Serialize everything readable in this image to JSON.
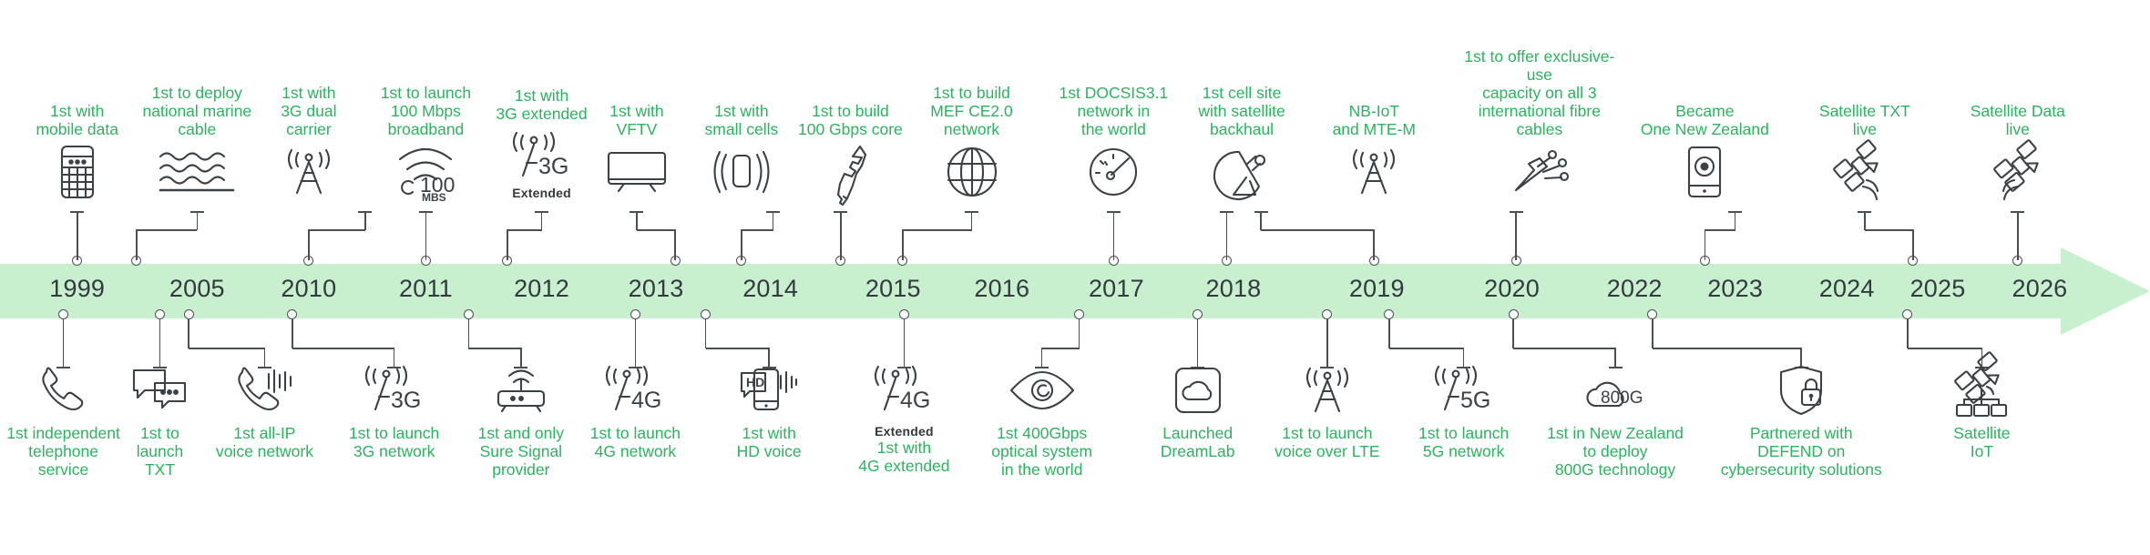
{
  "theme": {
    "band_color": "#c8f0cf",
    "label_green": "#2bb35f",
    "icon_stroke": "#3c4145",
    "year_color": "#333a3f",
    "background": "#ffffff"
  },
  "timeline": {
    "years": [
      "1999",
      "2005",
      "2010",
      "2011",
      "2012",
      "2013",
      "2014",
      "2015",
      "2016",
      "2017",
      "2018",
      "2019",
      "2020",
      "2022",
      "2023",
      "2024",
      "2025",
      "2026"
    ],
    "direction": "left-to-right"
  },
  "top_items": [
    {
      "caption": "1st with\nmobile data",
      "icon": "handheld-device-icon",
      "sub": ""
    },
    {
      "caption": "1st to deploy\nnational marine\ncable",
      "icon": "ocean-waves-icon",
      "sub": ""
    },
    {
      "caption": "1st with\n3G dual\ncarrier",
      "icon": "cell-tower-icon",
      "sub": ""
    },
    {
      "caption": "1st to launch\n100 Mbps\nbroadband",
      "icon": "wifi-100mbs-icon",
      "sub": ""
    },
    {
      "caption": "1st with\n3G extended",
      "icon": "tower-3g-icon",
      "sub": "Extended"
    },
    {
      "caption": "1st with\nVFTV",
      "icon": "television-icon",
      "sub": ""
    },
    {
      "caption": "1st with\nsmall cells",
      "icon": "small-cell-phone-icon",
      "sub": ""
    },
    {
      "caption": "1st to build\n100 Gbps core",
      "icon": "new-zealand-map-icon",
      "sub": ""
    },
    {
      "caption": "1st to build\nMEF CE2.0\nnetwork",
      "icon": "globe-icon",
      "sub": ""
    },
    {
      "caption": "1st DOCSIS3.1\nnetwork in\nthe world",
      "icon": "speedometer-icon",
      "sub": ""
    },
    {
      "caption": "1st cell site\nwith satellite\nbackhaul",
      "icon": "satellite-dish-icon",
      "sub": ""
    },
    {
      "caption": "NB-IoT\nand MTE-M",
      "icon": "cell-tower-icon",
      "sub": ""
    },
    {
      "caption": "1st to offer exclusive-use\ncapacity on all 3\ninternational fibre\ncables",
      "icon": "fibre-cable-icon",
      "sub": ""
    },
    {
      "caption": "Became\nOne New Zealand",
      "icon": "smartphone-logo-icon",
      "sub": ""
    },
    {
      "caption": "Satellite TXT\nlive",
      "icon": "satellite-signal-icon",
      "sub": ""
    },
    {
      "caption": "Satellite Data\nlive",
      "icon": "satellite-signal-left-icon",
      "sub": ""
    }
  ],
  "bottom_items": [
    {
      "caption": "1st independent\ntelephone\nservice",
      "icon": "telephone-handset-icon",
      "sub": ""
    },
    {
      "caption": "1st to\nlaunch\nTXT",
      "icon": "chat-bubbles-icon",
      "sub": ""
    },
    {
      "caption": "1st all-IP\nvoice network",
      "icon": "voip-handset-icon",
      "sub": ""
    },
    {
      "caption": "1st to launch\n3G network",
      "icon": "tower-3g-icon",
      "sub": ""
    },
    {
      "caption": "1st and only\nSure Signal\nprovider",
      "icon": "router-icon",
      "sub": ""
    },
    {
      "caption": "1st to launch\n4G network",
      "icon": "tower-4g-icon",
      "sub": ""
    },
    {
      "caption": "1st with\nHD voice",
      "icon": "hd-voice-icon",
      "sub": ""
    },
    {
      "caption": "1st with\n4G extended",
      "icon": "tower-4g-icon",
      "sub": "Extended"
    },
    {
      "caption": "1st 400Gbps\noptical system\nin the world",
      "icon": "eye-optical-icon",
      "sub": ""
    },
    {
      "caption": "Launched\nDreamLab",
      "icon": "cloud-square-icon",
      "sub": ""
    },
    {
      "caption": "1st to launch\nvoice over LTE",
      "icon": "cell-tower-icon",
      "sub": ""
    },
    {
      "caption": "1st to launch\n5G network",
      "icon": "tower-5g-icon",
      "sub": ""
    },
    {
      "caption": "1st in New Zealand\nto deploy\n800G technology",
      "icon": "cloud-800g-icon",
      "sub": ""
    },
    {
      "caption": "Partnered with\nDEFEND on\ncybersecurity solutions",
      "icon": "shield-lock-icon",
      "sub": ""
    },
    {
      "caption": "Satellite\nIoT",
      "icon": "satellite-iot-icon",
      "sub": ""
    }
  ]
}
